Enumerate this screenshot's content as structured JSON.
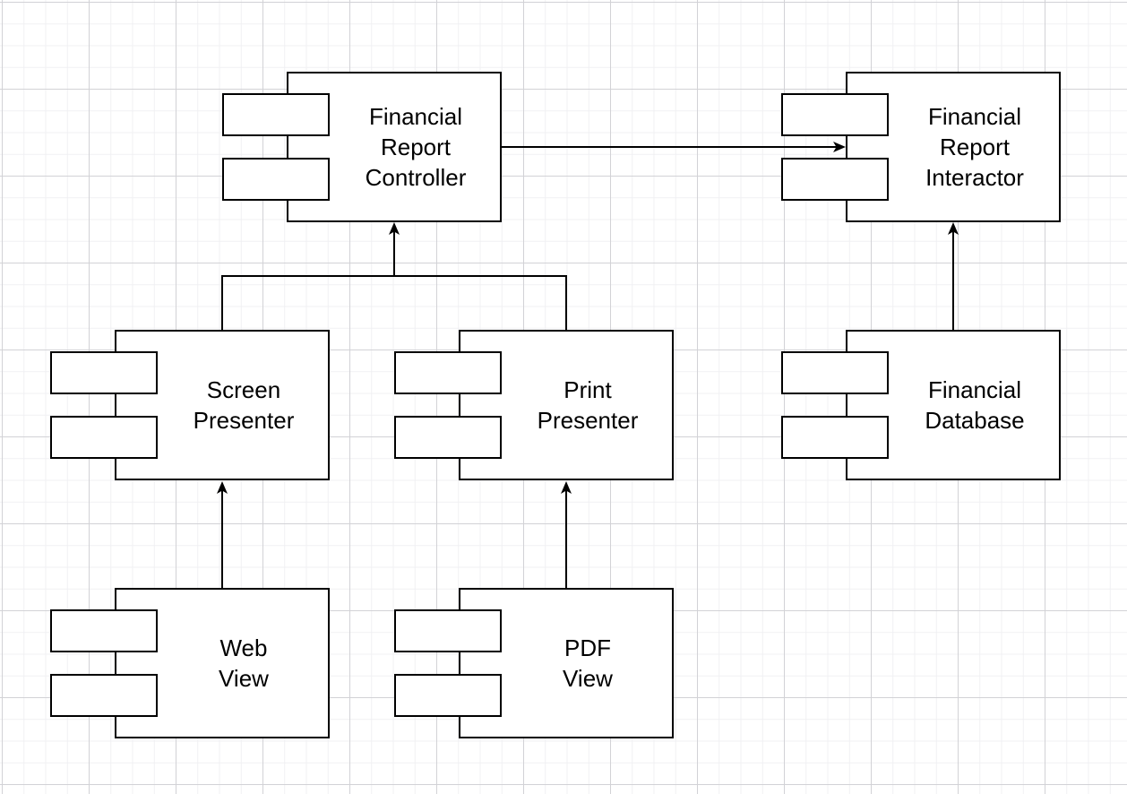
{
  "canvas": {
    "background_color": "#ffffff",
    "grid_minor_color": "#f0f0f3",
    "grid_major_color": "#d2d2d6",
    "shape_stroke_color": "#000000",
    "shape_fill_color": "#ffffff",
    "text_color": "#000000"
  },
  "diagram": {
    "type": "uml-component-diagram",
    "components": [
      {
        "id": "financial-report-controller",
        "label": "Financial\nReport\nController"
      },
      {
        "id": "financial-report-interactor",
        "label": "Financial\nReport\nInteractor"
      },
      {
        "id": "screen-presenter",
        "label": "Screen\nPresenter"
      },
      {
        "id": "print-presenter",
        "label": "Print\nPresenter"
      },
      {
        "id": "financial-database",
        "label": "Financial\nDatabase"
      },
      {
        "id": "web-view",
        "label": "Web\nView"
      },
      {
        "id": "pdf-view",
        "label": "PDF\nView"
      }
    ],
    "connections": [
      {
        "from": "Financial Report Controller",
        "to": "Financial Report Interactor",
        "style": "solid-arrow"
      },
      {
        "from": "Screen Presenter",
        "to": "Financial Report Controller",
        "style": "solid-arrow"
      },
      {
        "from": "Print Presenter",
        "to": "Financial Report Controller",
        "style": "solid-arrow"
      },
      {
        "from": "Web View",
        "to": "Screen Presenter",
        "style": "solid-arrow"
      },
      {
        "from": "PDF View",
        "to": "Print Presenter",
        "style": "solid-arrow"
      },
      {
        "from": "Financial Database",
        "to": "Financial Report Interactor",
        "style": "solid-arrow"
      }
    ]
  }
}
